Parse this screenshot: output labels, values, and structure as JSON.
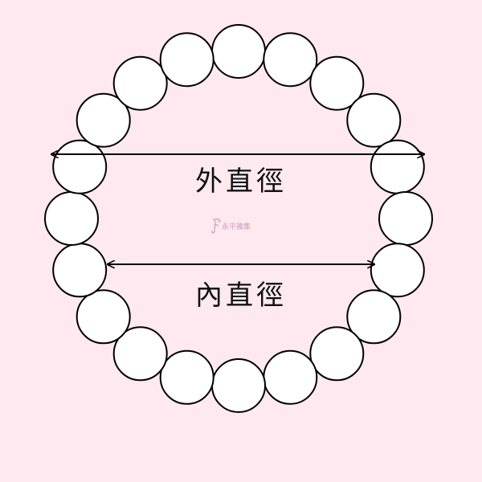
{
  "labels": {
    "outer_diameter": "外直徑",
    "inner_diameter": "內直徑"
  },
  "watermark": {
    "text": "永平雅集",
    "color": "#c98fb0"
  },
  "colors": {
    "background": "#fde9ef",
    "bead_fill": "#ffffff",
    "stroke": "#000000"
  },
  "bead_count": 20
}
